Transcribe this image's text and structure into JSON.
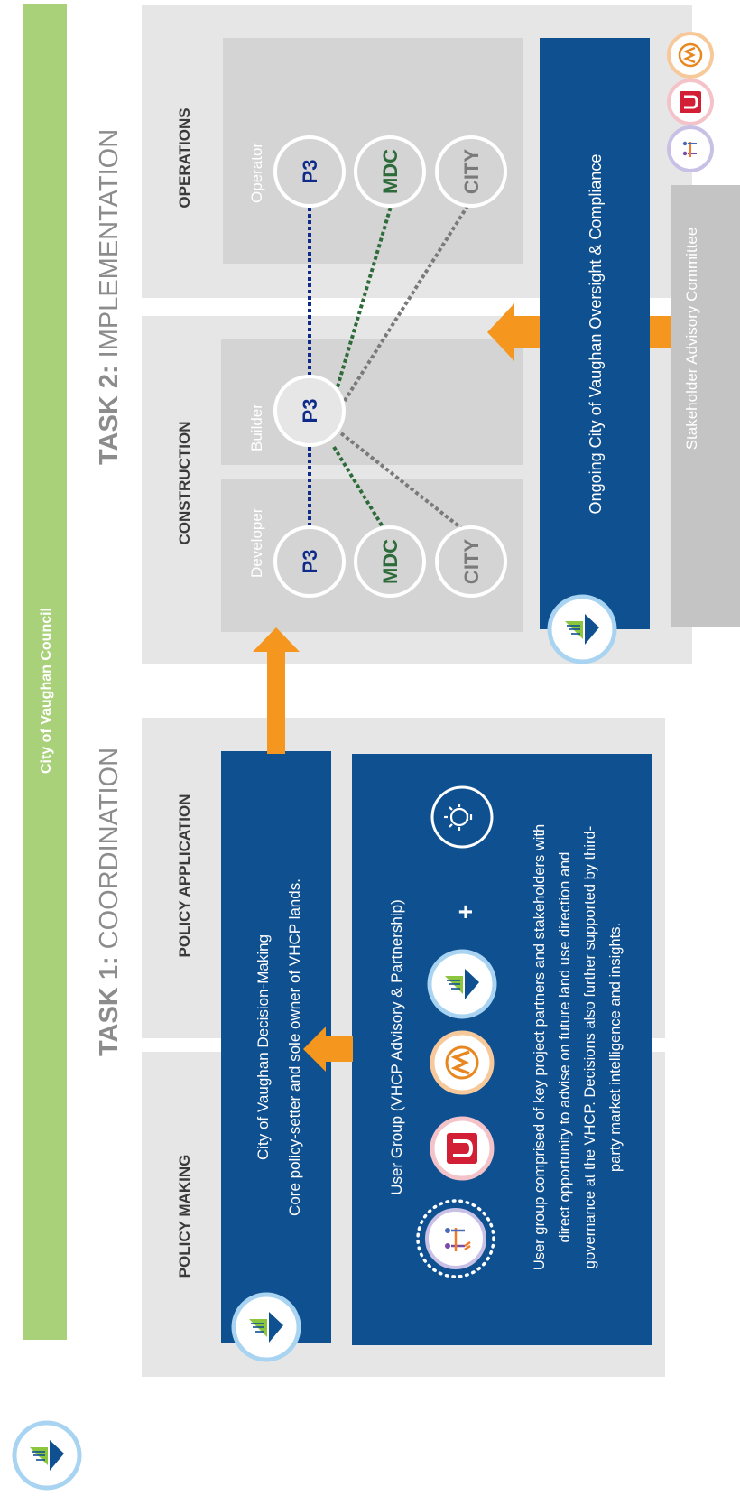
{
  "council": "City of Vaughan Council",
  "task1": {
    "prefix": "TASK 1:",
    "name": "COORDINATION"
  },
  "task2": {
    "prefix": "TASK 2:",
    "name": "IMPLEMENTATION"
  },
  "phases": {
    "policy_making": "POLICY MAKING",
    "policy_application": "POLICY APPLICATION",
    "construction": "CONSTRUCTION",
    "operations": "OPERATIONS"
  },
  "decision": {
    "title": "City of Vaughan Decision-Making",
    "subtitle": "Core policy-setter and sole owner of VHCP lands."
  },
  "user_group": {
    "title": "User Group (VHCP Advisory & Partnership)",
    "plus": "+",
    "description": [
      "User group comprised of key project partners and stakeholders with",
      "direct opportunity to advise on future land use direction and",
      "governance at the VHCP. Decisions also further supported by third-",
      "party market intelligence and insights."
    ]
  },
  "roles": {
    "developer": "Developer",
    "builder": "Builder",
    "operator": "Operator"
  },
  "entities": {
    "p3": "P3",
    "mdc": "MDC",
    "city": "CITY"
  },
  "oversight": "Ongoing City of Vaughan Oversight & Compliance",
  "stakeholder": "Stakeholder Advisory Committee",
  "colors": {
    "green_bar": "#a9d17a",
    "blue": "#0f5091",
    "orange": "#f5961e",
    "panel": "#e6e6e6",
    "subpanel": "#d4d4d4",
    "p3": "#0f2b8a",
    "mdc": "#2e6b3a",
    "city": "#7a7a7a",
    "title_gray": "#8c8c8c"
  },
  "icons": [
    "vaughan-logo-icon",
    "hospital-logo-icon",
    "u-logo-icon",
    "m-logo-icon",
    "lightbulb-icon"
  ]
}
